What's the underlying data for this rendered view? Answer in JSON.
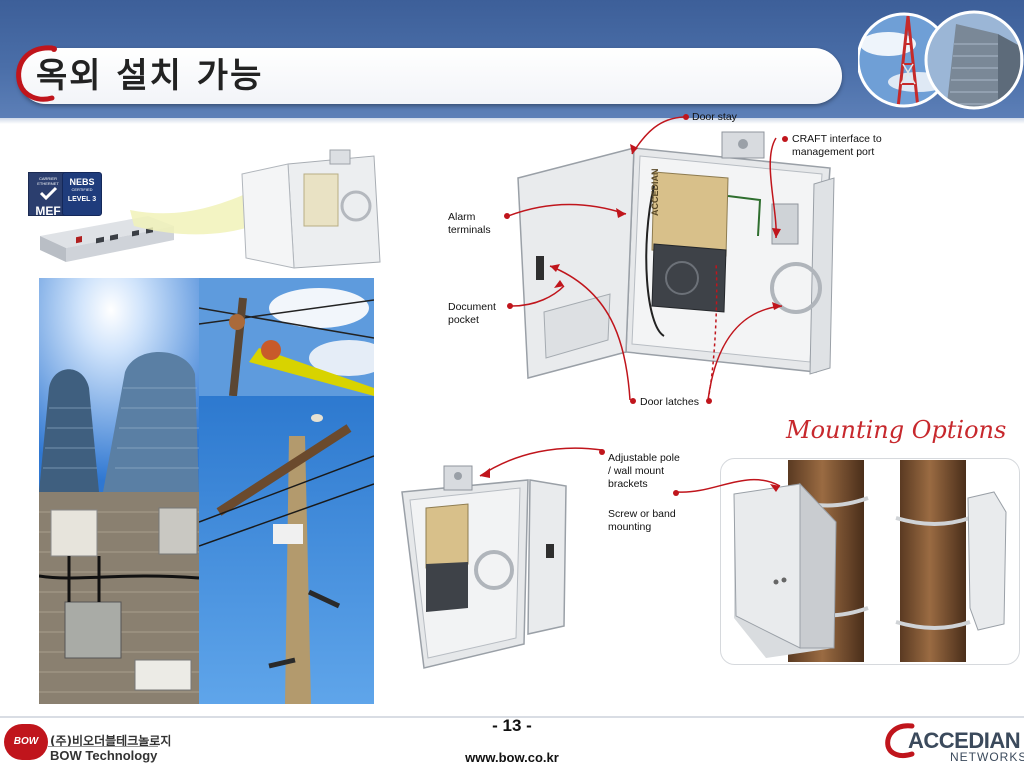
{
  "header": {
    "title": "옥외 설치 가능"
  },
  "badges": {
    "mef": "MEF",
    "mef_top": "CARRIER ETHERNET",
    "nebs": "NEBS",
    "nebs_sub": "CERTIFIED",
    "level": "LEVEL 3"
  },
  "enclosure_callouts": {
    "door_stay": "Door stay",
    "craft_line1": "CRAFT interface to",
    "craft_line2": "management port",
    "alarm_line1": "Alarm",
    "alarm_line2": "terminals",
    "document_line1": "Document",
    "document_line2": "pocket",
    "door_latches": "Door latches",
    "device_brand": "ACCEDIAN"
  },
  "mounting": {
    "title": "Mounting Options",
    "bracket_line1": "Adjustable pole",
    "bracket_line2": "/ wall mount",
    "bracket_line3": "brackets",
    "screw_line1": "Screw or band",
    "screw_line2": "mounting"
  },
  "footer": {
    "page_number": "- 13 -",
    "url": "www.bow.co.kr",
    "bow_badge": "BOW",
    "bow_company_kr": "(주)비오더블테크놀로지",
    "bow_company_en": "BOW Technology",
    "accedian_name": "ACCEDIAN",
    "accedian_sub": "NETWORKS"
  },
  "colors": {
    "header_blue": "#4a6ea8",
    "accent_red": "#c0151c"
  }
}
